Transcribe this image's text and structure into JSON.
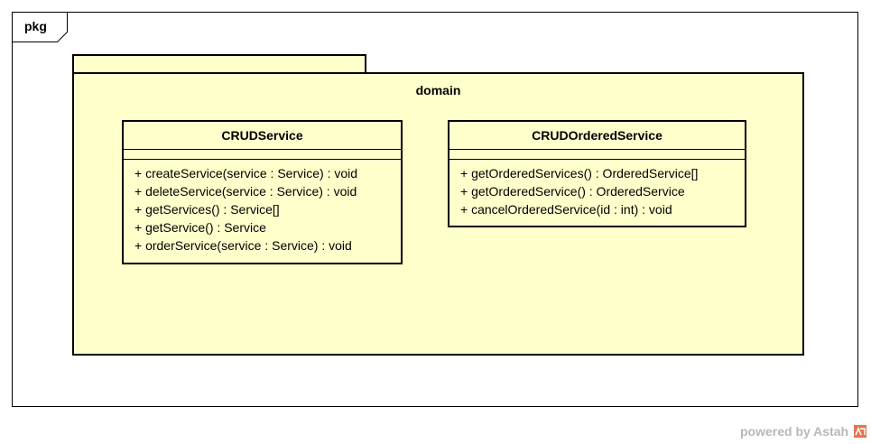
{
  "frame": {
    "label": "pkg"
  },
  "package": {
    "name": "domain"
  },
  "classes": [
    {
      "name": "CRUDService",
      "operations": [
        "+ createService(service : Service) : void",
        "+ deleteService(service : Service) : void",
        "+ getServices() : Service[]",
        "+ getService() : Service",
        "+ orderService(service : Service) : void"
      ]
    },
    {
      "name": "CRUDOrderedService",
      "operations": [
        "+ getOrderedServices() : OrderedService[]",
        "+ getOrderedService() : OrderedService",
        "+ cancelOrderedService(id : int) : void"
      ]
    }
  ],
  "footer": {
    "powered_by": "powered by Astah",
    "logo_icon": "astah-logo-icon"
  },
  "colors": {
    "package_fill": "#ffffcc",
    "stroke": "#000000",
    "watermark": "#b8b8b8",
    "logo": "#e8734a"
  }
}
